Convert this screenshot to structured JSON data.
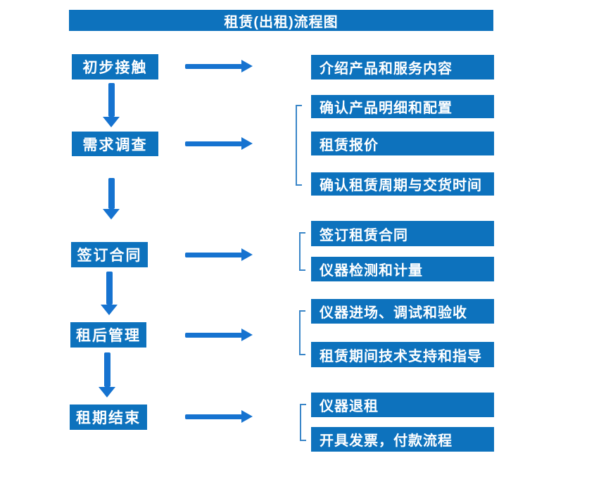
{
  "title": "租赁(出租)流程图",
  "colors": {
    "box_fill": "#0d72bd",
    "arrow": "#1673d0",
    "bracket": "#3a86c8",
    "box_text": "#ffffff",
    "background": "#ffffff"
  },
  "rows": [
    {
      "step": "初步接触",
      "details": [
        "介绍产品和服务内容"
      ]
    },
    {
      "step": "需求调查",
      "details": [
        "确认产品明细和配置",
        "租赁报价",
        "确认租赁周期与交货时间"
      ]
    },
    {
      "step": "签订合同",
      "details": [
        "签订租赁合同",
        "仪器检测和计量"
      ]
    },
    {
      "step": "租后管理",
      "details": [
        "仪器进场、调试和验收",
        "租赁期间技术支持和指导"
      ]
    },
    {
      "step": "租期结束",
      "details": [
        "仪器退租",
        "开具发票，付款流程"
      ]
    }
  ]
}
